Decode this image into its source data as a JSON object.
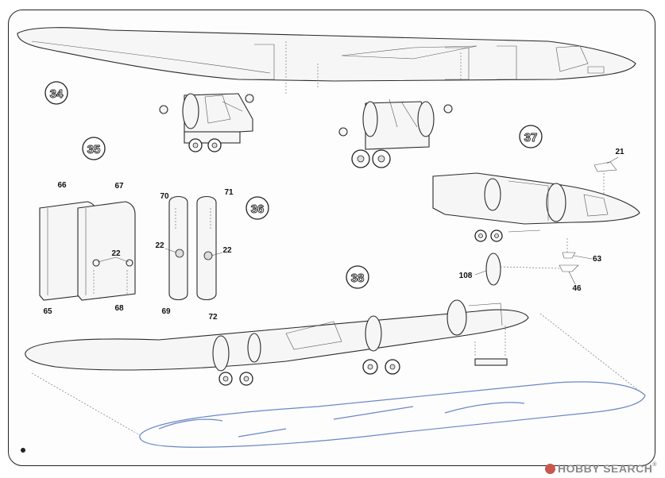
{
  "steps": [
    "34",
    "35",
    "36",
    "37",
    "38"
  ],
  "parts": {
    "p21": "21",
    "p22a": "22",
    "p22b": "22",
    "p22c": "22",
    "p46": "46",
    "p63": "63",
    "p65": "65",
    "p66": "66",
    "p67": "67",
    "p68": "68",
    "p69": "69",
    "p70": "70",
    "p71": "71",
    "p72": "72",
    "p108": "108"
  },
  "watermark": {
    "brand": "HOBBY SEARCH",
    "registered": "®"
  },
  "colors": {
    "line": "#2a2a2a",
    "blueprint_blue": "#6a86c8",
    "watermark_logo": "#c8584e"
  }
}
